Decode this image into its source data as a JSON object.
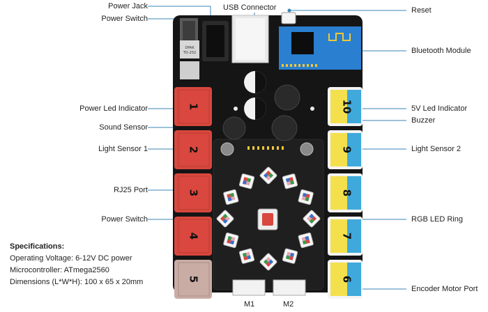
{
  "labels_left": [
    {
      "id": "power-jack",
      "text": "Power Jack"
    },
    {
      "id": "power-switch-top",
      "text": "Power Switch"
    },
    {
      "id": "power-led",
      "text": "Power Led Indicator"
    },
    {
      "id": "sound-sensor",
      "text": "Sound Sensor"
    },
    {
      "id": "light-sensor-1",
      "text": "Light Sensor 1"
    },
    {
      "id": "rj25-port",
      "text": "RJ25 Port"
    },
    {
      "id": "power-switch-center",
      "text": "Power Switch"
    }
  ],
  "label_top": "USB Connector",
  "labels_right": [
    {
      "id": "reset",
      "text": "Reset"
    },
    {
      "id": "bluetooth",
      "text": "Bluetooth Module"
    },
    {
      "id": "5v-led",
      "text": "5V Led Indicator"
    },
    {
      "id": "buzzer",
      "text": "Buzzer"
    },
    {
      "id": "light-sensor-2",
      "text": "Light Sensor 2"
    },
    {
      "id": "rgb-ring",
      "text": "RGB LED Ring"
    },
    {
      "id": "encoder",
      "text": "Encoder Motor Port"
    }
  ],
  "specs": {
    "heading": "Specifications:",
    "lines": [
      "Operating Voltage: 6-12V DC power",
      "Microcontroller: ATmega2560",
      "Dimensions (L*W*H): 100 x 65 x 20mm"
    ]
  },
  "ports_left": [
    "1",
    "2",
    "3",
    "4",
    "5"
  ],
  "ports_right": [
    "10",
    "9",
    "8",
    "7",
    "6"
  ],
  "motor_labels": [
    "M1",
    "M2"
  ],
  "chip_text": [
    "DPAK",
    "TO-252"
  ],
  "colors": {
    "board": "#151515",
    "line": "#3a86b6",
    "red_port": "#d9473e",
    "beige_port": "#c9aca4",
    "yellow": "#f4e04d",
    "blue": "#3fa9dc",
    "bt_module": "#2a7fd0"
  }
}
